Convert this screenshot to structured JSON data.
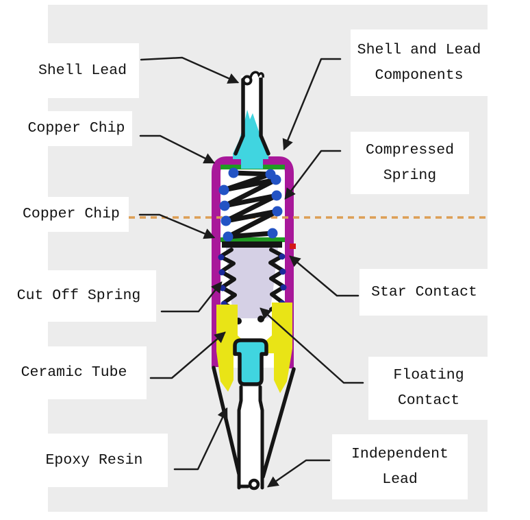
{
  "title": "Thermal fuse cross-section diagram",
  "canvas": {
    "background": "#ececec"
  },
  "labels": {
    "shell_lead": {
      "text": "Shell Lead"
    },
    "copper_chip_top": {
      "text": "Copper Chip"
    },
    "copper_chip_mid": {
      "text": "Copper Chip"
    },
    "cut_off_spring": {
      "text": "Cut Off Spring"
    },
    "ceramic_tube": {
      "text": "Ceramic Tube"
    },
    "epoxy_resin": {
      "text": "Epoxy Resin"
    },
    "shell_and_lead": {
      "line1": "Shell and Lead",
      "line2": "Components"
    },
    "compressed_spring": {
      "line1": "Compressed",
      "line2": "Spring"
    },
    "star_contact": {
      "text": "Star Contact"
    },
    "floating_contact": {
      "line1": "Floating",
      "line2": "Contact"
    },
    "independent_lead": {
      "line1": "Independent",
      "line2": "Lead"
    }
  },
  "diagram": {
    "type": "annotated-cross-section",
    "parts": [
      "Shell Lead",
      "Copper Chip",
      "Copper Chip",
      "Cut Off Spring",
      "Ceramic Tube",
      "Epoxy Resin",
      "Shell and Lead Components",
      "Compressed Spring",
      "Star Contact",
      "Floating Contact",
      "Independent Lead"
    ],
    "colors": {
      "shell": "#a8189a",
      "copper_chip": "#1f9b22",
      "spring_bead": "#2353c4",
      "cut_off_dot": "#1a2a9b",
      "lead_core": "#40d5e0",
      "ceramic": "#e9e416",
      "floating_contact": "#d5d0e5",
      "centerline": "#dd9e55",
      "alignment_mark": "#d41717",
      "outline": "#151515",
      "arrow": "#1c1c1c",
      "background": "#ececec"
    }
  }
}
